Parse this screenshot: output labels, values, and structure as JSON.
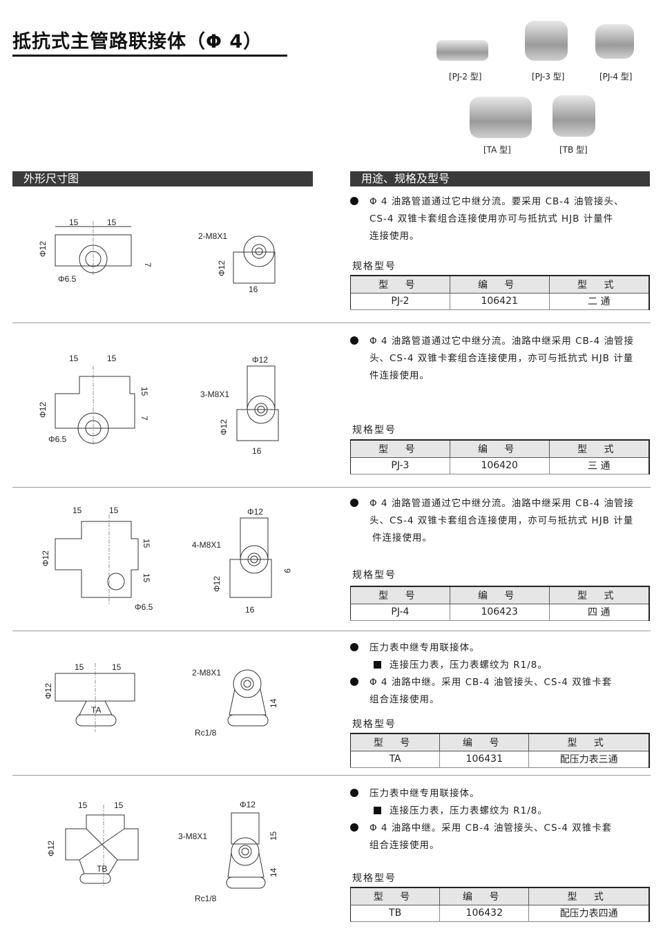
{
  "title": "抵抗式主管路联接体（Φ 4）",
  "photos": [
    {
      "caption": "[PJ-2 型]"
    },
    {
      "caption": "[PJ-3 型]"
    },
    {
      "caption": "[PJ-4 型]"
    },
    {
      "caption": "[TA 型]"
    },
    {
      "caption": "[TB 型]"
    }
  ],
  "left_header": "外形尺寸图",
  "right_header": "用途、规格及型号",
  "spec_label": "规格型号",
  "table_headers": [
    "型 号",
    "编 号",
    "型 式"
  ],
  "sections": [
    {
      "desc": [
        "Φ 4 油路管道通过它中继分流。要采用 CB-4 油管接头、",
        "CS-4 双锥卡套组合连接使用亦可与抵抗式 HJB 计量件",
        "连接使用。"
      ],
      "row": [
        "PJ-2",
        "106421",
        "二 通"
      ],
      "dims": {
        "a": "15",
        "b": "15",
        "d": "Φ12",
        "h": "Φ6.5",
        "v": "7",
        "thread": "2-M8X1",
        "sd": "Φ12",
        "w": "16"
      }
    },
    {
      "desc": [
        "Φ 4 油路管道通过它中继分流。油路中继采用 CB-4 油管接",
        "头、CS-4 双锥卡套组合连接使用，亦可与抵抗式 HJB 计量",
        "件连接使用。"
      ],
      "row": [
        "PJ-3",
        "106420",
        "三 通"
      ],
      "dims": {
        "a": "15",
        "b": "15",
        "d": "Φ12",
        "h": "Φ6.5",
        "v": "7",
        "v2": "15",
        "thread": "3-M8X1",
        "top": "Φ12",
        "sd": "Φ12",
        "w": "16"
      }
    },
    {
      "desc": [
        "Φ 4 油路管道通过它中继分流。油路中继采用 CB-4 油管接",
        "头、CS-4 双锥卡套组合连接使用，亦可与抵抗式 HJB 计量",
        "件连接使用。"
      ],
      "row": [
        "PJ-4",
        "106423",
        "四 通"
      ],
      "dims": {
        "a": "15",
        "b": "15",
        "d": "Φ12",
        "h": "Φ6.5",
        "v": "15",
        "v2": "15",
        "thread": "4-M8X1",
        "top": "Φ12",
        "sd": "Φ12",
        "w": "16",
        "s": "9"
      }
    },
    {
      "desc": [
        "压力表中继专用联接体。",
        "连接压力表，压力表螺纹为 R1/8。",
        "Φ 4 油路中继。采用 CB-4 油管接头、CS-4 双锥卡套",
        "组合连接使用。"
      ],
      "row": [
        "TA",
        "106431",
        "配压力表三通"
      ],
      "dims": {
        "a": "15",
        "b": "15",
        "d": "Φ12",
        "mark": "TA",
        "thread": "2-M8X1",
        "v": "14",
        "rc": "Rc1/8"
      }
    },
    {
      "desc": [
        "压力表中继专用联接体。",
        "连接压力表，压力表螺纹为 R1/8。",
        "Φ 4 油路中继。采用 CB-4 油管接头、CS-4 双锥卡套",
        "组合连接使用。"
      ],
      "row": [
        "TB",
        "106432",
        "配压力表四通"
      ],
      "dims": {
        "a": "15",
        "b": "15",
        "d": "Φ12",
        "mark": "TB",
        "thread": "3-M8X1",
        "top": "Φ12",
        "v": "14",
        "v2": "15",
        "rc": "Rc1/8"
      }
    }
  ]
}
